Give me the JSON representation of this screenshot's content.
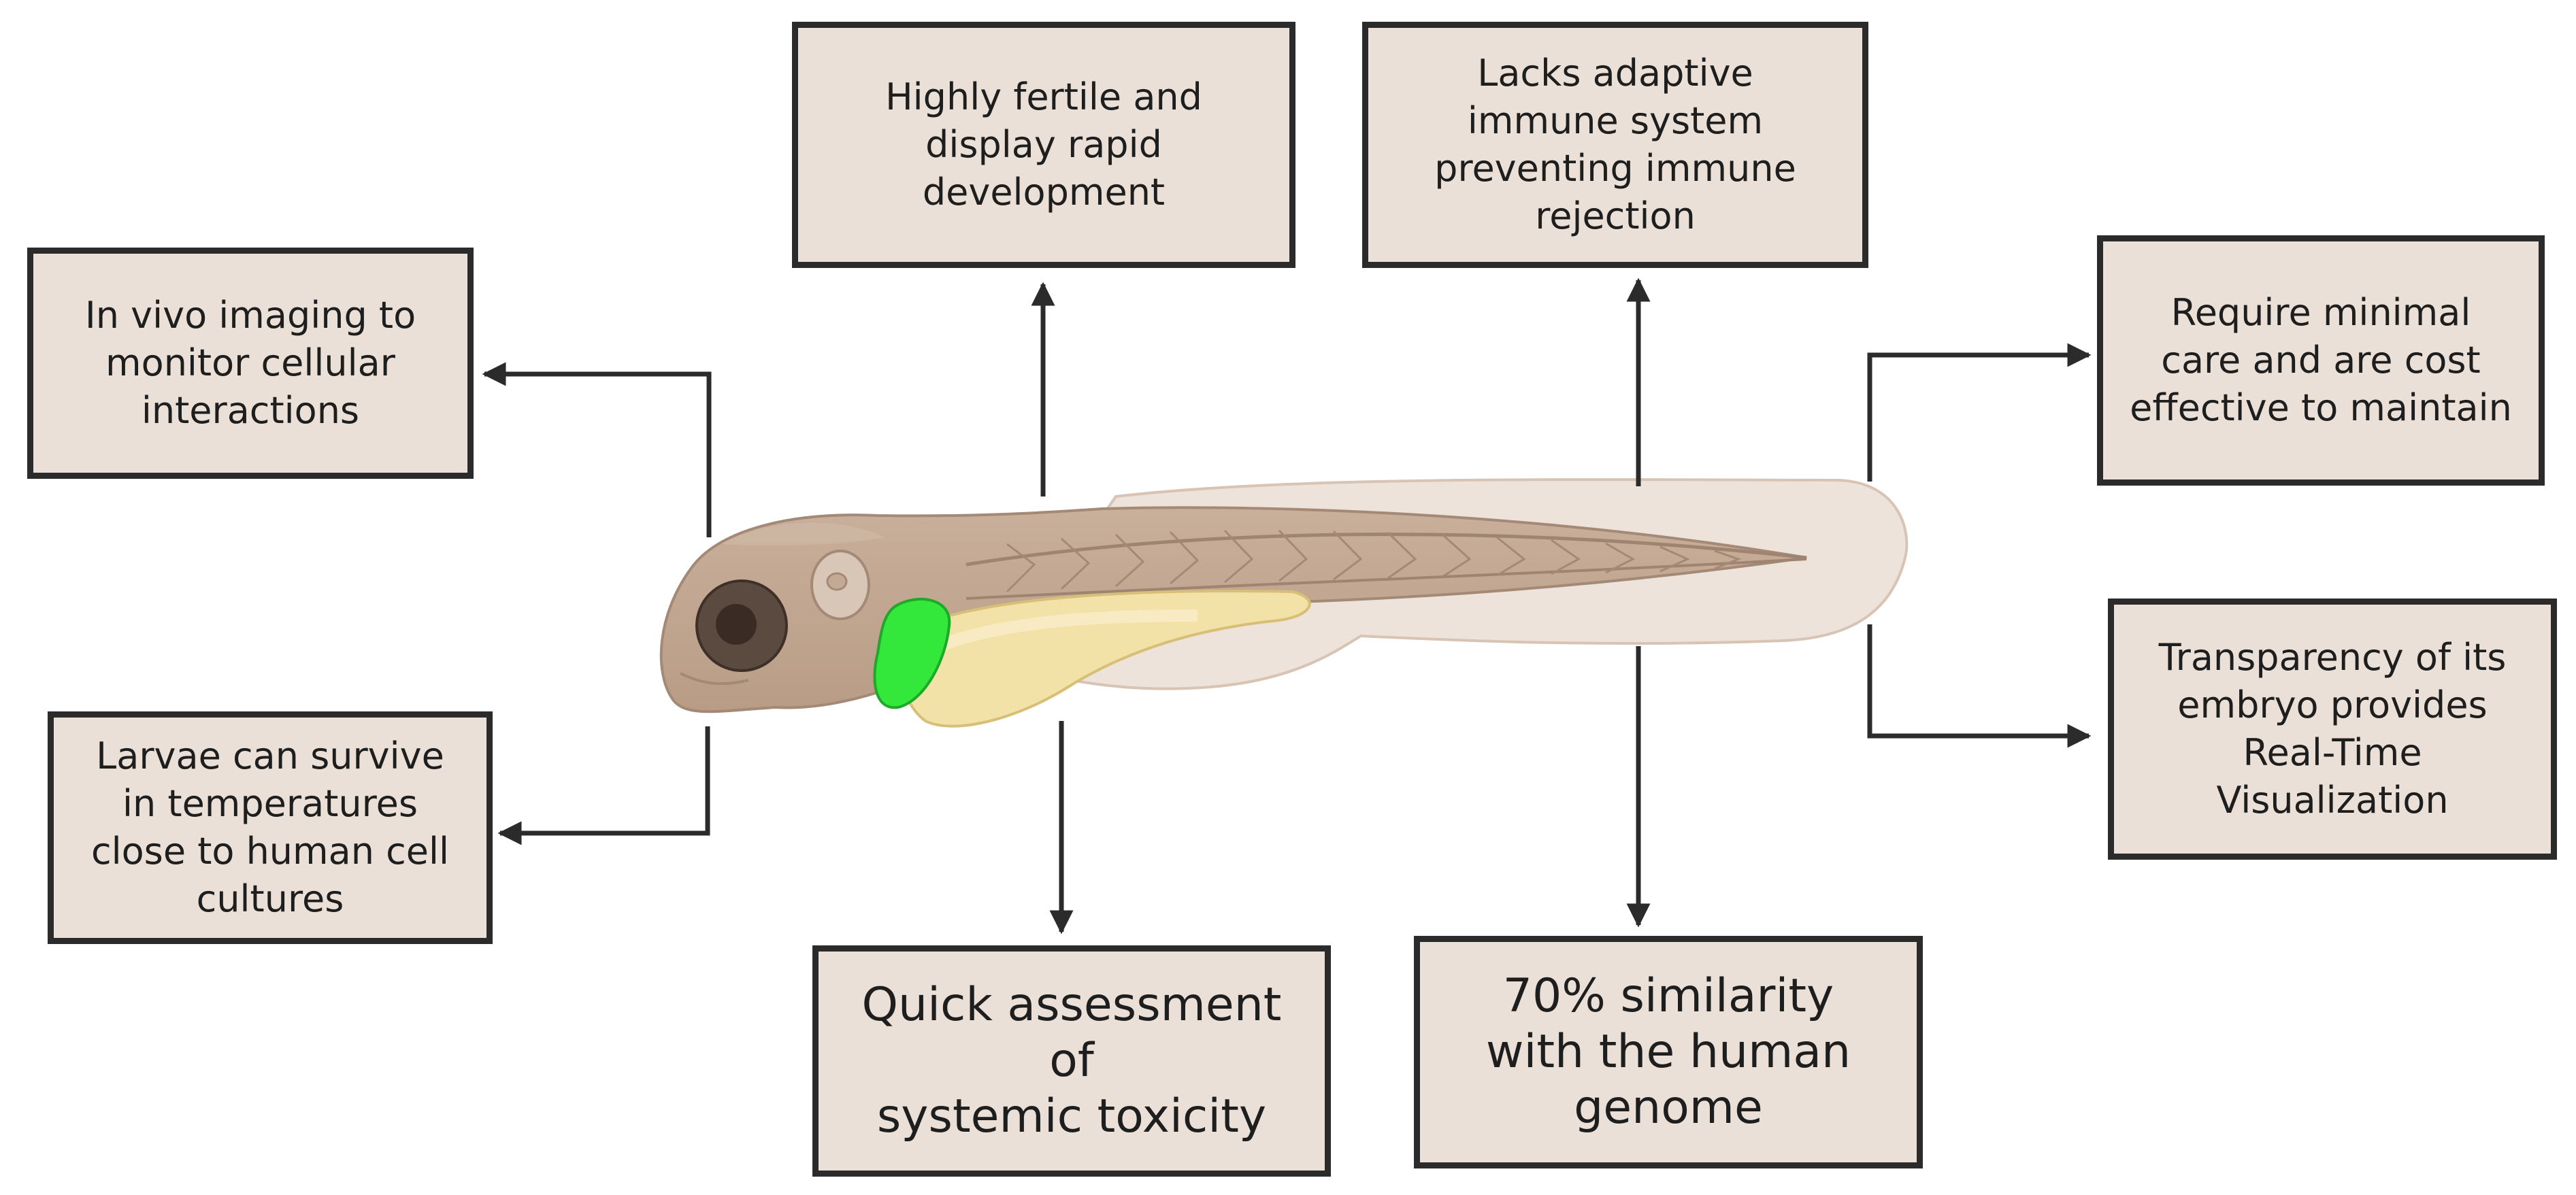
{
  "boxes": {
    "in_vivo_imaging": "In vivo imaging to\nmonitor cellular\ninteractions",
    "fertile": "Highly fertile and\ndisplay rapid\ndevelopment",
    "adaptive_immune": "Lacks adaptive\nimmune system\npreventing immune\nrejection",
    "minimal_care": "Require minimal\ncare and are cost\neffective to maintain",
    "larvae_survive": "Larvae can survive\nin temperatures\nclose to human cell\ncultures",
    "systemic_toxicity": "Quick assessment of\nsystemic toxicity",
    "genome_similarity": "70% similarity\nwith the human\ngenome",
    "transparency": "Transparency of its\nembryo provides\nReal-Time\nVisualization"
  },
  "colors": {
    "box_fill": "#eae0d8",
    "box_border": "#2b2b2b",
    "arrow": "#2b2b2b",
    "fish_body": "#c4aa94",
    "fish_fin": "#eee3da",
    "yolk": "#f3e2a8",
    "heart": "#33e83a"
  }
}
